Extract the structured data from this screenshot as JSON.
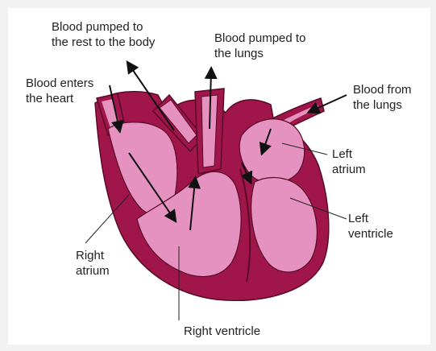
{
  "colors": {
    "muscle": "#A0154A",
    "muscle_dark": "#5A0A28",
    "chamber": "#E592C0",
    "chamber_light": "#EBA6CD",
    "arrow": "#111111",
    "background": "#ffffff",
    "frame": "#f2f2f2"
  },
  "labels": {
    "pumped_body_1": "Blood pumped to",
    "pumped_body_2": "the rest to the body",
    "pumped_lungs_1": "Blood pumped to",
    "pumped_lungs_2": "the lungs",
    "enters_1": "Blood enters",
    "enters_2": "the heart",
    "from_lungs_1": "Blood from",
    "from_lungs_2": "the lungs",
    "left_atrium_1": "Left",
    "left_atrium_2": "atrium",
    "left_ventricle_1": "Left",
    "left_ventricle_2": "ventricle",
    "right_atrium_1": "Right",
    "right_atrium_2": "atrium",
    "right_ventricle": "Right ventricle"
  },
  "icons": [
    "flow-arrow-icon"
  ]
}
